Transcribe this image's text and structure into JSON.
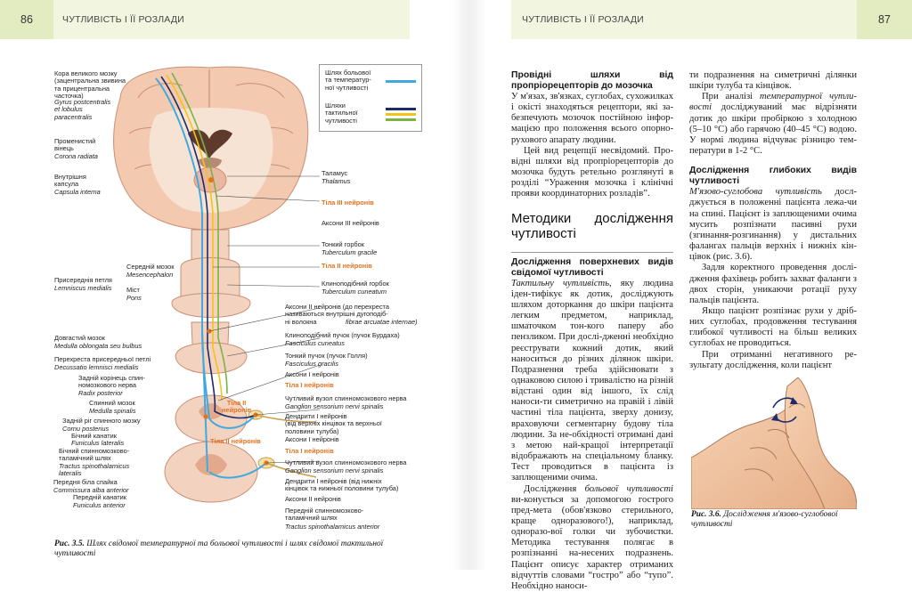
{
  "header": {
    "left_page_number": "86",
    "right_page_number": "87",
    "left_title": "ЧУТЛИВІСТЬ І ЇЇ РОЗЛАДИ",
    "right_title": "ЧУТЛИВІСТЬ І ЇЇ РОЗЛАДИ"
  },
  "colors": {
    "header_accent": "#e3ecc1",
    "orange_label": "#e5731e",
    "pain_path": "#3fa9e0",
    "touch_path_1": "#1d2a6b",
    "touch_path_2": "#f0c419",
    "touch_path_3": "#7cb342"
  },
  "figure": {
    "left_labels": [
      "Кора великого мозку\n(зацентральна звивина\nта прицентральна\nчасточка)",
      "Gyrus postcentralis\net lobulus\nparacentralis",
      "Променистий\nвінець",
      "Corona radiata",
      "Внутрішня\nкапсула",
      "Capsula interna",
      "Середній мозок",
      "Mesencephalon",
      "Міст",
      "Pons",
      "Присереднія петля",
      "Lemniscus medialis",
      "Довгастий мозок",
      "Medulla oblongata seu bulbus",
      "Перехреста присередньої петлі",
      "Decussatio lemnisci medialis",
      "Задній корінець спин-\nномозкового нерва",
      "Radix posterior",
      "Спинний мозок",
      "Medulla spinalis",
      "Задній ріг спинного мозку",
      "Cornu posterius",
      "Бічний канатик",
      "Funiculus lateralis",
      "Бічний спинномозково-\nталамічний шлях",
      "Tractus spinothalamicus\nlateralis",
      "Передня біла спайка",
      "Commissura alba anterior",
      "Передній канатик",
      "Funiculus anterior"
    ],
    "right_labels": [
      "Таламус",
      "Thalamus",
      "Тіла III нейронів",
      "Аксони III нейронів",
      "Тонкий горбок",
      "Tuberculum gracile",
      "Тіла II нейронів",
      "Клиноподібний горбок",
      "Tuberculum cuneatum",
      "Аксони II нейронів (до перехреста\nназиваються внутрішні дугоподіб-\nні волокна",
      "fibrae arcuatae internae)",
      "Клиноподібний пучок (пучок Бурдаха)",
      "Fasciculus cuneatus",
      "Тонкий пучок (пучок Голля)",
      "Fasciculus gracilis",
      "Аксони I нейронів",
      "Тіла I нейронів",
      "Чутливий вузол спинномозкового нерва",
      "Ganglion sensorium nervi spinalis",
      "Дендрити I нейронів\n(від верхніх кінцівок та верхньої\nполовини тулуба)",
      "Аксони I нейронів",
      "Тіла I нейронів",
      "Чутливий вузол спинномозкового нерва",
      "Ganglion sensorium nervi spinalis",
      "Дендрити I нейронів (від нижніх\nкінцівок та нижньої половини тулуба)",
      "Аксони II нейронів",
      "Передній спинномозково-\nталамічний шлях",
      "Tractus spinothalamicus anterior"
    ],
    "inner_orange": [
      "Тіла II\nнейронів",
      "Тіла II нейронів"
    ],
    "legend": [
      "Шлях больової\nта температур-\nної чутливості",
      "Шляхи\nтактильної\nчутливості"
    ],
    "caption_num": "Рис. 3.5.",
    "caption_text": "Шлях свідомої температурної та больової чутливості і шлях свідомої тактильної чутливості"
  },
  "col1": {
    "h1": "Провідні шляхи від пропріорецепторів до мозочка",
    "p1": "У м'язах, зв'язках, суглобах, сухожилках і окісті знаходяться рецептори, які за-безпечують мозочок постійною інфор-мацією про положення всього опорно-рухового апарату людини.",
    "p2": "Цей вид рецепції несвідомий. Про-відні шляхи від пропріорецепторів до мозочка будуть ретельно розглянуті в розділі “Ураження мозочка і клінічні прояви координаторних розладів”.",
    "h2": "Методики дослідження чутливості",
    "h3": "Дослідження поверхневих видів свідомої чутливості",
    "p3_it": "Тактильну чутливість,",
    "p3": " яку людина іден-тифікує як дотик, досліджують шляхом доторкання до шкіри пацієнта легким предметом, наприклад, шматочком тон-кого паперу або пензликом. При дослі-дженні необхідно реєструвати кожний дотик, який наноситься до різних ділянок шкіри. Подразнення треба здійснювати з однаковою силою і тривалістю на різній відстані один від іншого, їх слід наноси-ти симетрично на правій і лівій частині тіла пацієнта, зверху донизу, враховуючи сегментарну будову тіла людини. За не-обхідності отримані дані з метою най-кращої інтерпретації відображають на спеціальному бланку. Тест проводиться в пацієнта із заплющеними очима.",
    "p4_a": "Дослідження ",
    "p4_it": "больової чутливості",
    "p4_b": " ви-конується за допомогою гострого пред-мета (обов'язково стерильного, краще одноразового!), наприклад, одноразо-вої голки чи зубочистки. Методика тестування полягає в розпізнанні на-несених подразнень. Пацієнт описує характер отриманих відчуттів словами “гостро” або “тупо”. Необхідно наноси-"
  },
  "col2": {
    "p1": "ти подразнення на симетричні ділянки шкіри тулуба та кінцівок.",
    "p2_a": "При аналізі ",
    "p2_it": "температурної чутли-вості",
    "p2_b": " досліджуваний має відрізняти дотик до шкіри пробіркою з холодною (5–10 °С) або гарячою (40–45 °С) водою. У нормі людина відчуває різницю тем-ператури в 1-2 °С.",
    "h1": "Дослідження глибоких видів чутливості",
    "p3_it": "М'язово-суглобова чутливість",
    "p3": " досл-джується в положенні пацієнта лежа-чи на спині. Пацієнт із заплющеними очима мусить розпізнати пасивні рухи (згинання-розгинання) у дистальних фалангах пальців верхніх і нижніх кін-цівок (рис. 3.6).",
    "p4": "Задля коректного проведення дослі-дження фахівець робить захват фаланги з двох сторін, уникаючи ротації руху пальців пацієнта.",
    "p5": "Якщо пацієнт розпізнає рухи у дріб-них суглобах, продовження тестування глибокої чутливості на більш великих суглобах не проводиться.",
    "p6": "При отриманні негативного ре-зультату дослідження, коли пацієнт",
    "caption_num": "Рис. 3.6.",
    "caption_text": "Дослідження м'язово-суглобової чутливості"
  }
}
